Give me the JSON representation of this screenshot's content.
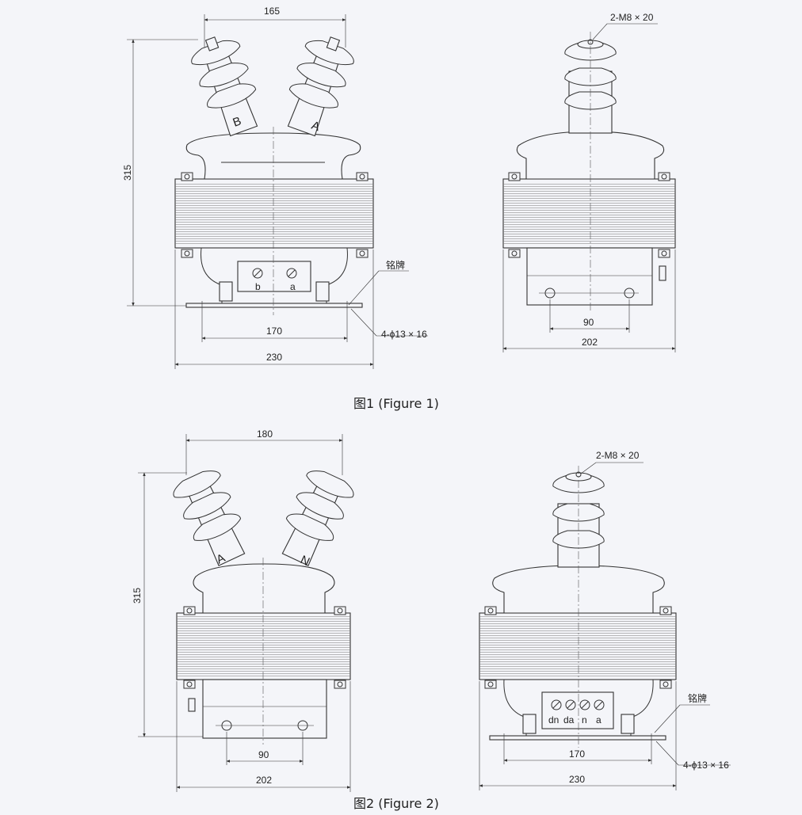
{
  "figure1": {
    "caption": "图1 (Figure 1)",
    "left": {
      "bushing_labels": [
        "B",
        "A"
      ],
      "terminal_labels": [
        "b",
        "a"
      ],
      "nameplate": "铭牌",
      "dims": {
        "top": "165",
        "height": "315",
        "inner": "170",
        "outer": "230",
        "holes": "4-ϕ13 × 16"
      }
    },
    "right": {
      "terminal_spec": "2-M8 × 20",
      "dims": {
        "inner": "90",
        "outer": "202"
      }
    }
  },
  "figure2": {
    "caption": "图2 (Figure 2)",
    "left": {
      "bushing_labels": [
        "A",
        "N"
      ],
      "dims": {
        "top": "180",
        "height": "315",
        "inner": "90",
        "outer": "202"
      }
    },
    "right": {
      "terminal_spec": "2-M8 × 20",
      "terminal_labels": [
        "dn",
        "da",
        "n",
        "a"
      ],
      "nameplate": "铭牌",
      "dims": {
        "inner": "170",
        "outer": "230",
        "holes": "4-ϕ13 × 16"
      }
    }
  }
}
